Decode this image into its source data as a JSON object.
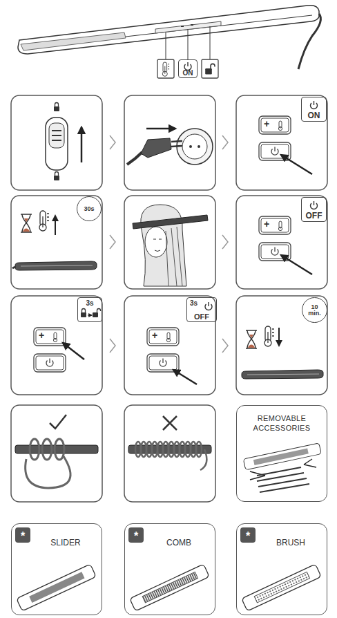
{
  "diagram": {
    "nodes": [
      {
        "text": [
          "ON"
        ]
      },
      {
        "text": [
          "ON"
        ]
      },
      {
        "text": [
          "30s"
        ]
      },
      {
        "text": [
          "OFF"
        ]
      },
      {
        "text": [
          "3s"
        ]
      },
      {
        "text": [
          "3s",
          "OFF"
        ]
      },
      {
        "text": [
          "10 min."
        ]
      },
      {
        "text": [
          "REMOVABLE ACCESSORIES"
        ]
      },
      {
        "text": [
          "*",
          "SLIDER"
        ]
      },
      {
        "text": [
          "*",
          "COMB"
        ]
      },
      {
        "text": [
          "*",
          "BRUSH"
        ]
      }
    ],
    "labels": [
      "+",
      "+",
      "+",
      "+"
    ]
  }
}
